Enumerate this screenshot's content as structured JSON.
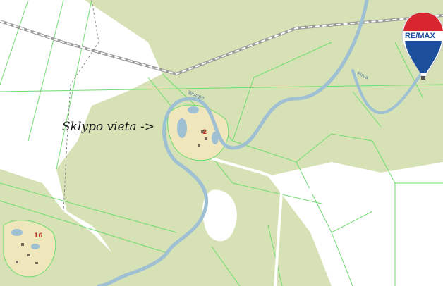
{
  "map": {
    "annotation": "Sklypo vieta ->",
    "plot_numbers": [
      "2",
      "16"
    ],
    "river_labels": [
      "Wuppe",
      "Pilva"
    ]
  },
  "logo": {
    "text": "RE/MAX",
    "colors": {
      "red": "#d7262e",
      "blue": "#1c4f9c",
      "white": "#ffffff"
    }
  },
  "colors": {
    "forest": "#d6e2b5",
    "river": "#9fbfd2",
    "parcel_line": "#6fdc6f",
    "settlement": "#efe6bc",
    "road": "#9a9a9a"
  }
}
